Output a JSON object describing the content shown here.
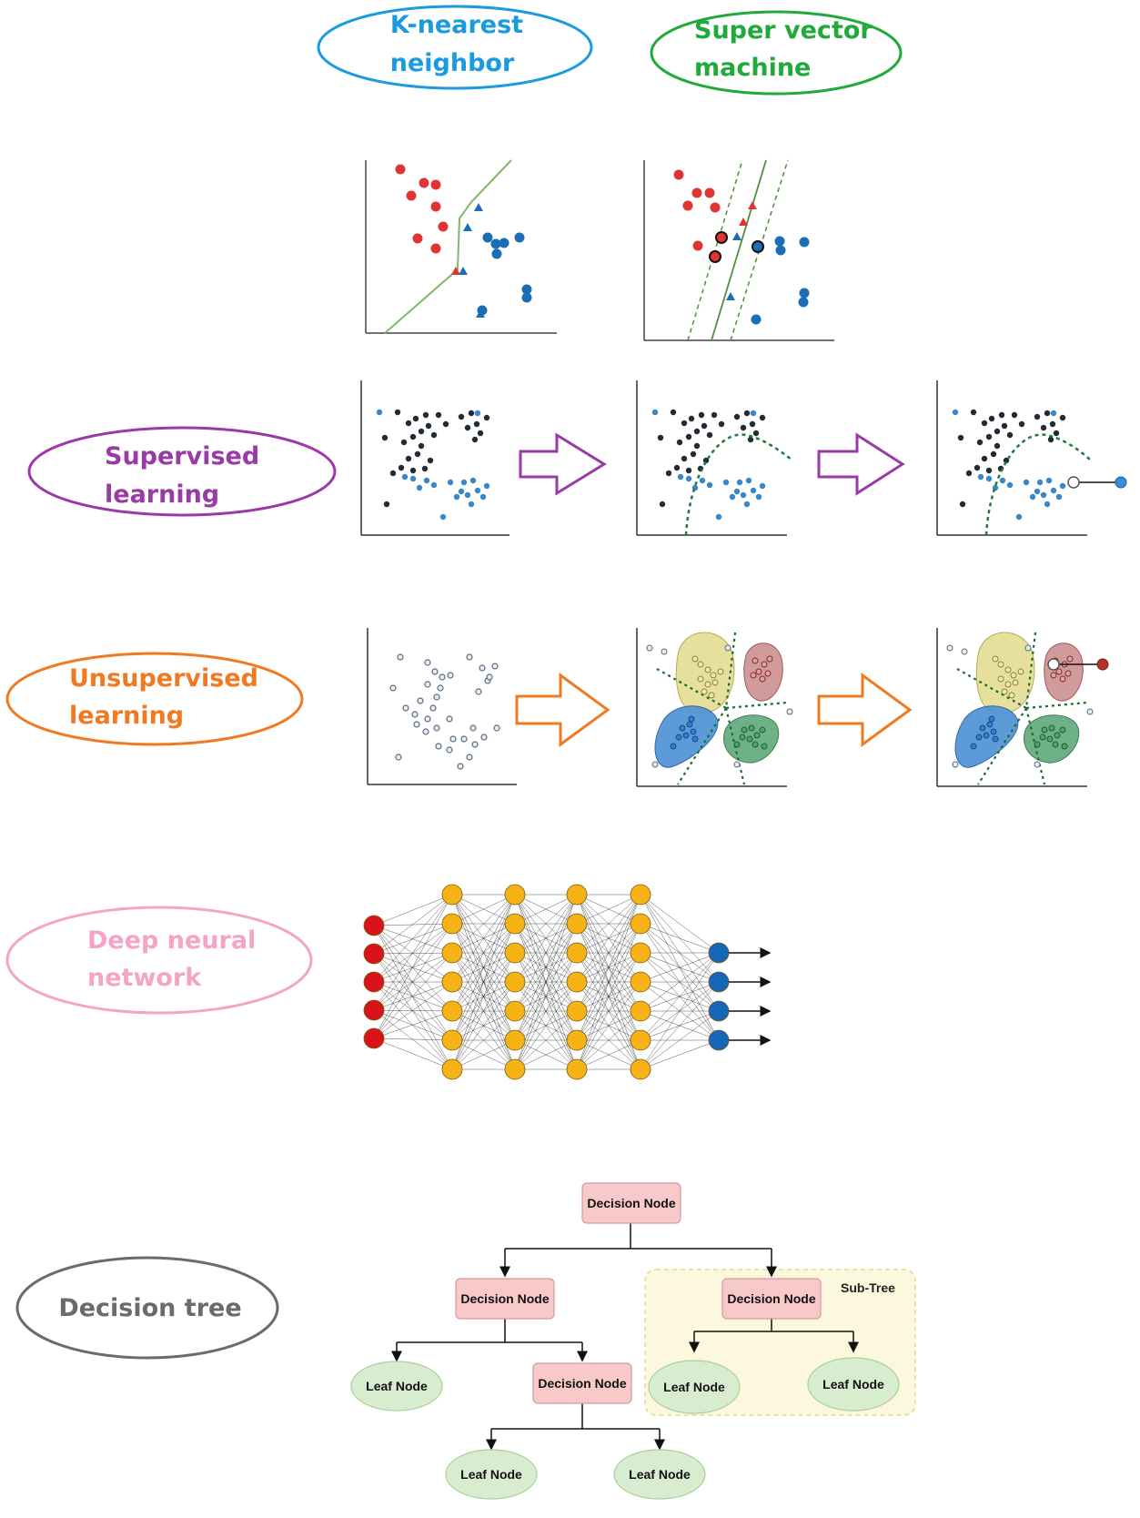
{
  "labels": {
    "knn": [
      "K-nearest",
      "neighbor"
    ],
    "svm": [
      "Super vector",
      "machine"
    ],
    "supervised": [
      "Supervised",
      "learning"
    ],
    "unsupervised": [
      "Unsupervised",
      "learning"
    ],
    "dnn": [
      "Deep neural",
      "network"
    ],
    "tree": [
      "Decision tree"
    ]
  },
  "colors": {
    "knn": "#1a9be0",
    "svm": "#1faa3a",
    "supervised": "#9a3aa6",
    "unsupervised": "#f07a22",
    "dnn": "#f4a4c4",
    "tree": "#6b6b6b",
    "input_layer": "#d8141b",
    "hidden_layer": "#f6b316",
    "output_layer": "#1466b8",
    "class_red": "#e03434",
    "class_blue": "#1c6eb4",
    "class_black": "#222a35",
    "boundary_green": "#2f7a3c",
    "decision_node": "#f7c9c9",
    "leaf_node": "#d8ecd0",
    "subtree_bg": "#fbf8dd"
  },
  "neural_network": {
    "layer_sizes": [
      5,
      7,
      7,
      7,
      7,
      4
    ]
  },
  "decision_tree": {
    "decision_node": "Decision Node",
    "leaf_node": "Leaf Node",
    "sub_tree": "Sub-Tree"
  }
}
